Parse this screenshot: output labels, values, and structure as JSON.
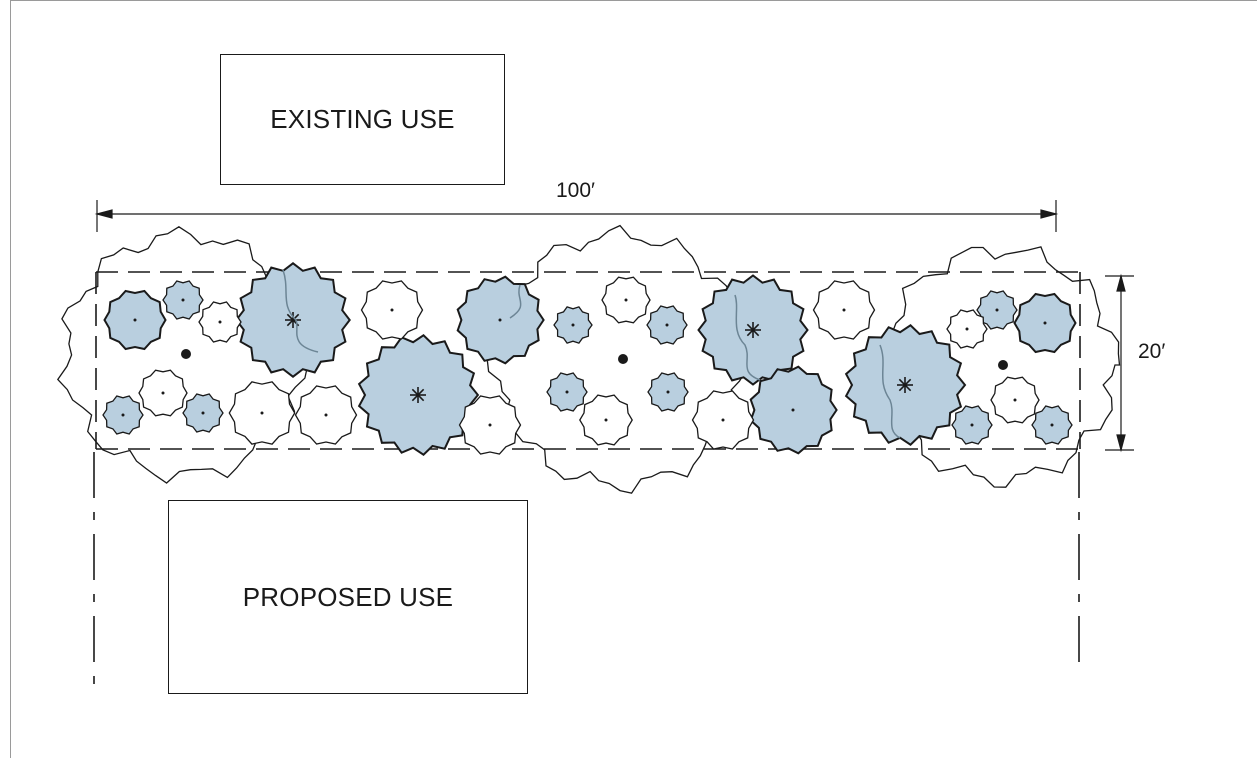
{
  "labels": {
    "existing_use": "EXISTING USE",
    "proposed_use": "PROPOSED USE",
    "length_dimension": "100′",
    "width_dimension": "20′"
  },
  "colors": {
    "line": "#1a1a1a",
    "evergreen_fill": "#b9cfdf",
    "frame": "#9a9a9a",
    "accent_line": "#6c8595"
  },
  "legend_icons": [
    "large-deciduous-tree-icon",
    "small-evergreen-shrub-icon",
    "canopy-outline-icon"
  ]
}
